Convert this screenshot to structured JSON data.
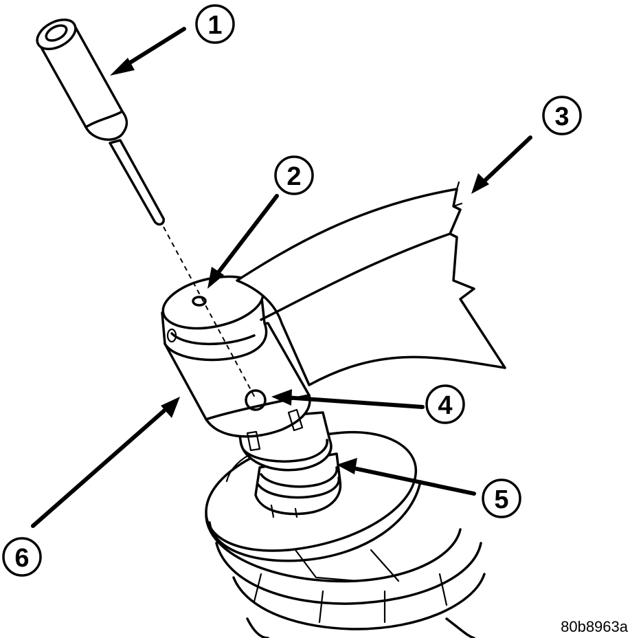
{
  "callouts": [
    {
      "id": "callout-1",
      "label": "1"
    },
    {
      "id": "callout-2",
      "label": "2"
    },
    {
      "id": "callout-3",
      "label": "3"
    },
    {
      "id": "callout-4",
      "label": "4"
    },
    {
      "id": "callout-5",
      "label": "5"
    },
    {
      "id": "callout-6",
      "label": "6"
    }
  ],
  "figure_code": "80b8963a"
}
